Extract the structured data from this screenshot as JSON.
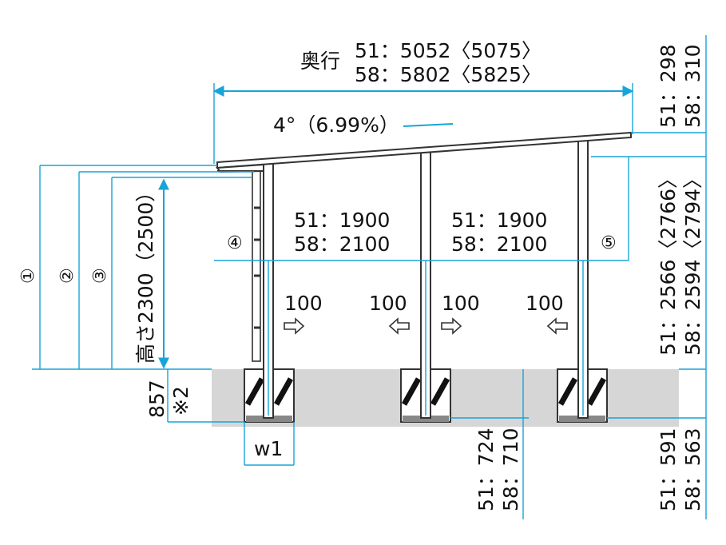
{
  "depth": {
    "prefix": "奥行",
    "line1": "51：5052〈5075〉",
    "line2": "58：5802〈5825〉"
  },
  "slope": "4°（6.99%）",
  "span_left": {
    "line1": "51：1900",
    "line2": "58：2100"
  },
  "span_right": {
    "line1": "51：1900",
    "line2": "58：2100"
  },
  "circle_4": "④",
  "circle_5": "⑤",
  "height_label": "高さ2300（2500）",
  "offsets": [
    "100",
    "100",
    "100",
    "100"
  ],
  "left_markers": [
    "①",
    "②",
    "③"
  ],
  "ground_depth": "857",
  "note_mark": "※2",
  "w_label": "w1",
  "right_top": {
    "line1": "51：298",
    "line2": "58：310"
  },
  "right_mid": {
    "line1": "51：2566〈2766〉",
    "line2": "58：2594〈2794〉"
  },
  "right_bottom": {
    "line1": "51：591",
    "line2": "58：563"
  },
  "bottom_mid": {
    "line1": "51：724",
    "line2": "58：710"
  },
  "colors": {
    "dimension": "#18a4d9",
    "ground": "#d6d6d6",
    "structure": "#333333"
  }
}
